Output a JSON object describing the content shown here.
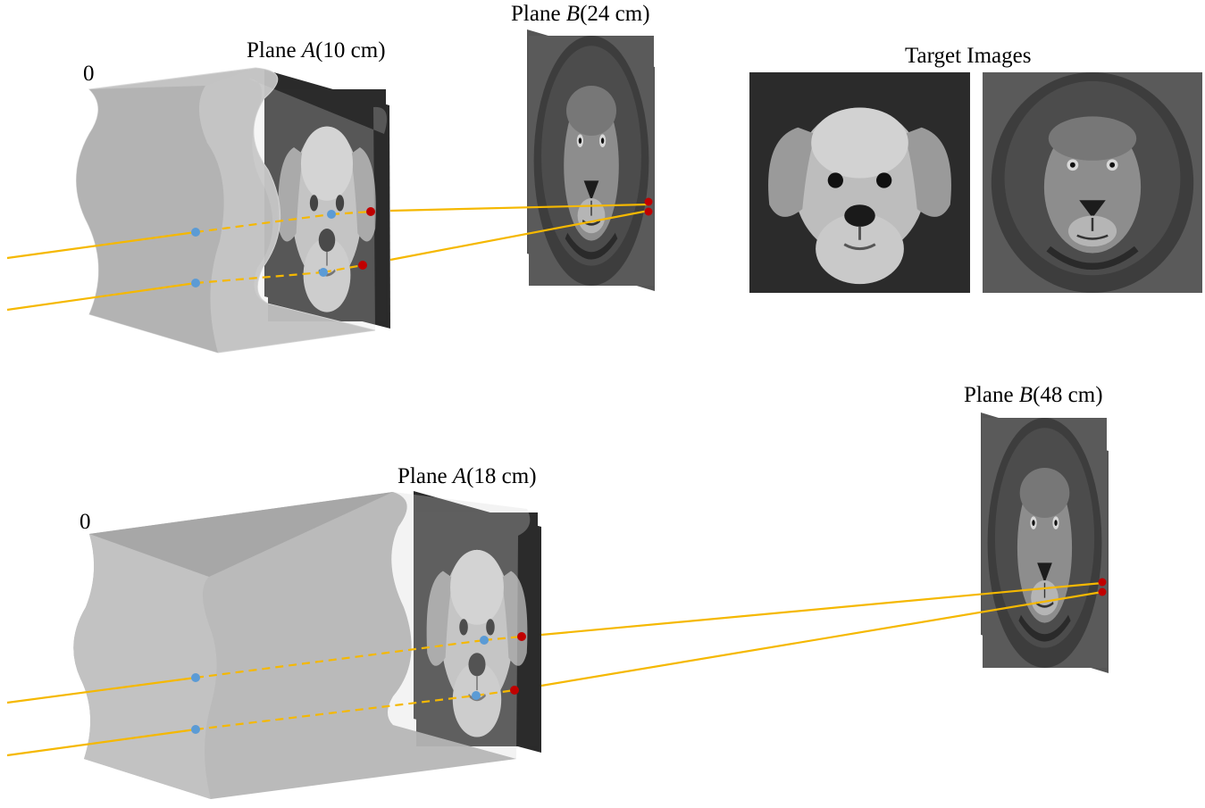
{
  "figure": {
    "top": {
      "origin_label": "0",
      "plane_a": {
        "prefix": "Plane ",
        "var": "A",
        "suffix": "(10 cm)",
        "image": "dog-image"
      },
      "plane_b": {
        "prefix": "Plane ",
        "var": "B",
        "suffix": "(24 cm)",
        "image": "lion-image"
      }
    },
    "bottom": {
      "origin_label": "0",
      "plane_a": {
        "prefix": "Plane ",
        "var": "A",
        "suffix": "(18 cm)",
        "image": "dog-image"
      },
      "plane_b": {
        "prefix": "Plane ",
        "var": "B",
        "suffix": "(48 cm)",
        "image": "lion-image"
      }
    },
    "targets": {
      "title": "Target Images",
      "images": [
        "dog-image",
        "lion-image"
      ]
    }
  },
  "colors": {
    "ray": "#f5b800",
    "entry_point": "#5b9bd5",
    "plane_a_point": "#5b9bd5",
    "exit_point": "#c00000",
    "lens_fill": "#bdbdbd",
    "plane_background": "#2a2a2a"
  }
}
